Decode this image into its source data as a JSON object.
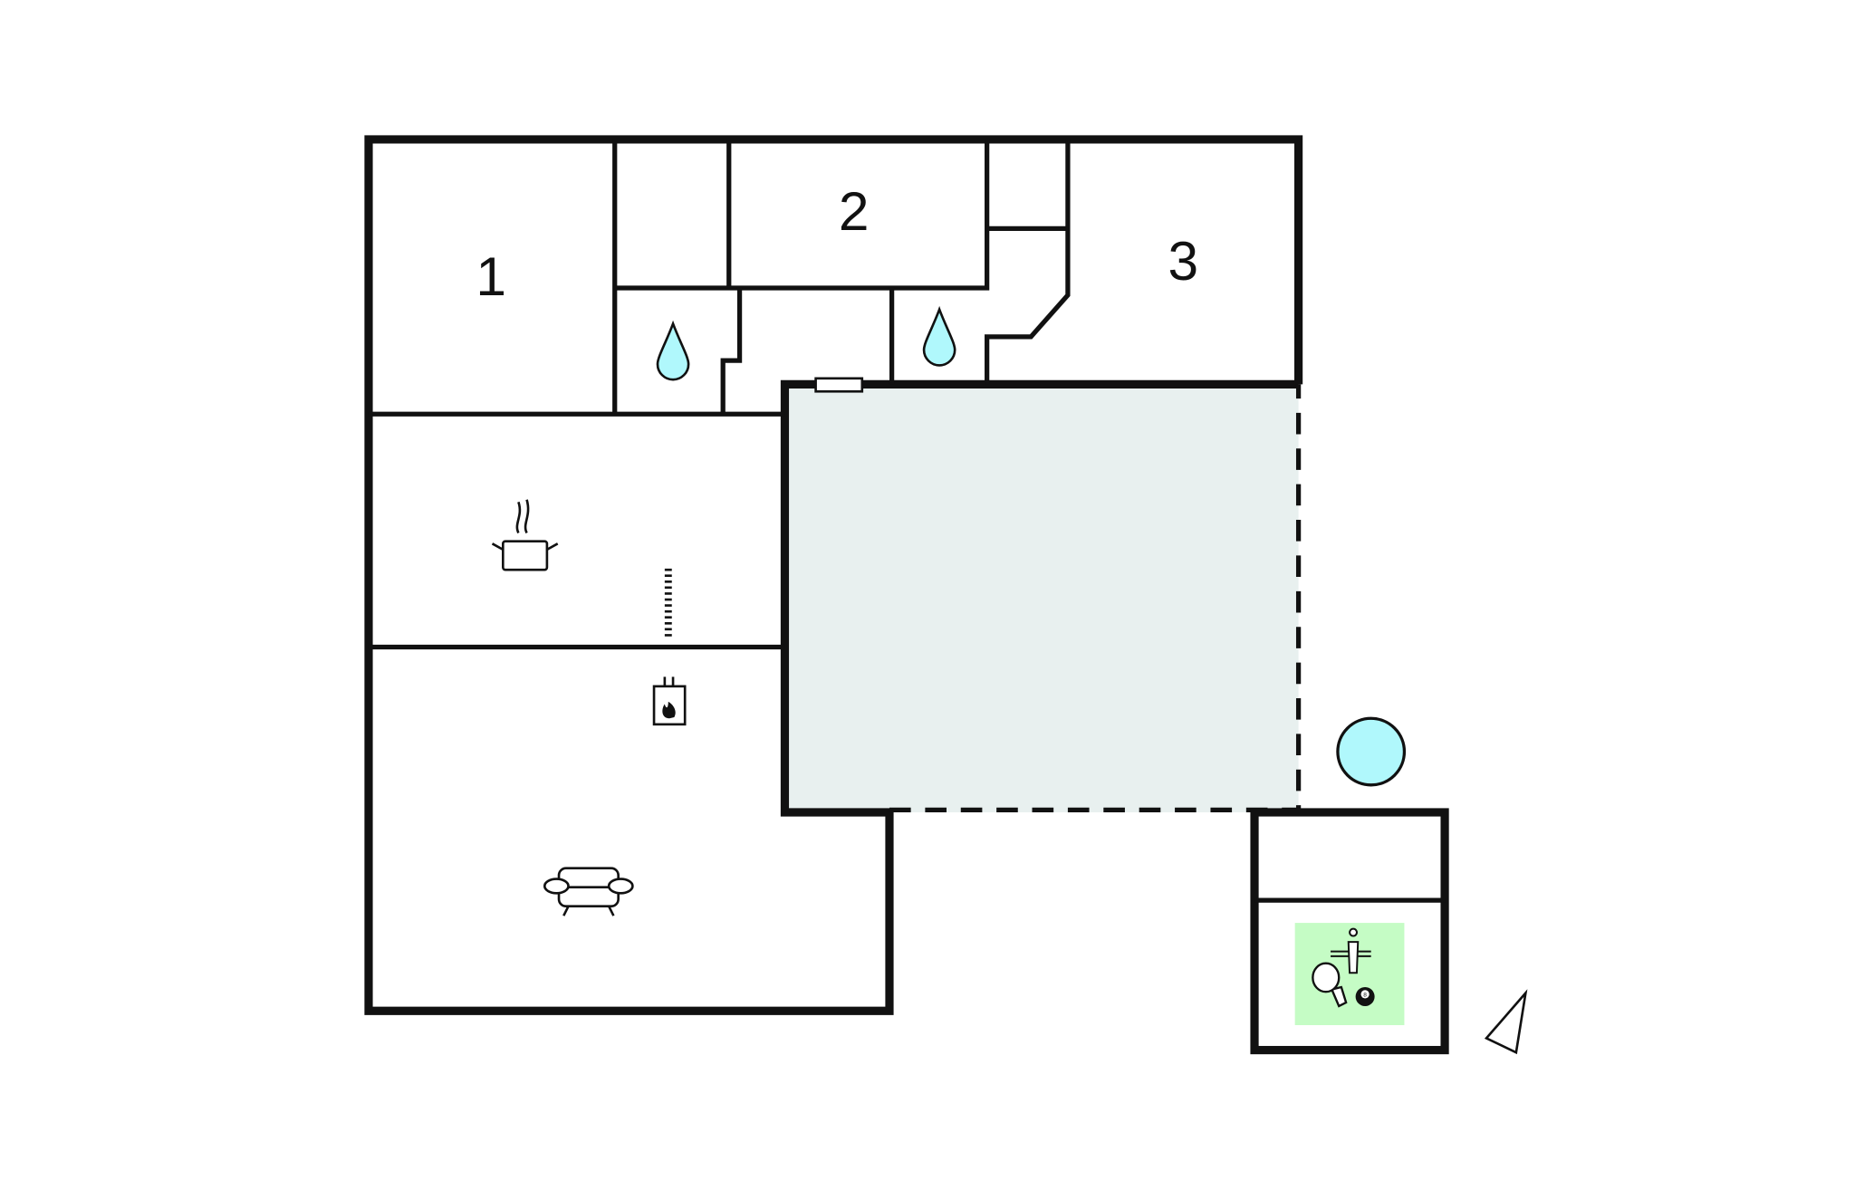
{
  "rooms": {
    "bedroom_1": {
      "label": "1"
    },
    "bedroom_2": {
      "label": "2"
    },
    "bedroom_3": {
      "label": "3"
    }
  },
  "icons": [
    "water-drop-icon",
    "water-drop-icon",
    "cooking-pot-icon",
    "fireplace-icon",
    "sofa-icon",
    "pool-icon",
    "ping-pong-icon",
    "foosball-icon",
    "billiard-ball-icon",
    "compass-north-icon"
  ],
  "game_icon_ball_text": "8",
  "colors": {
    "wall": "#111111",
    "terrace": "#e8f0ef",
    "water": "#b0f8fc",
    "games_area": "#c5fcc5"
  }
}
